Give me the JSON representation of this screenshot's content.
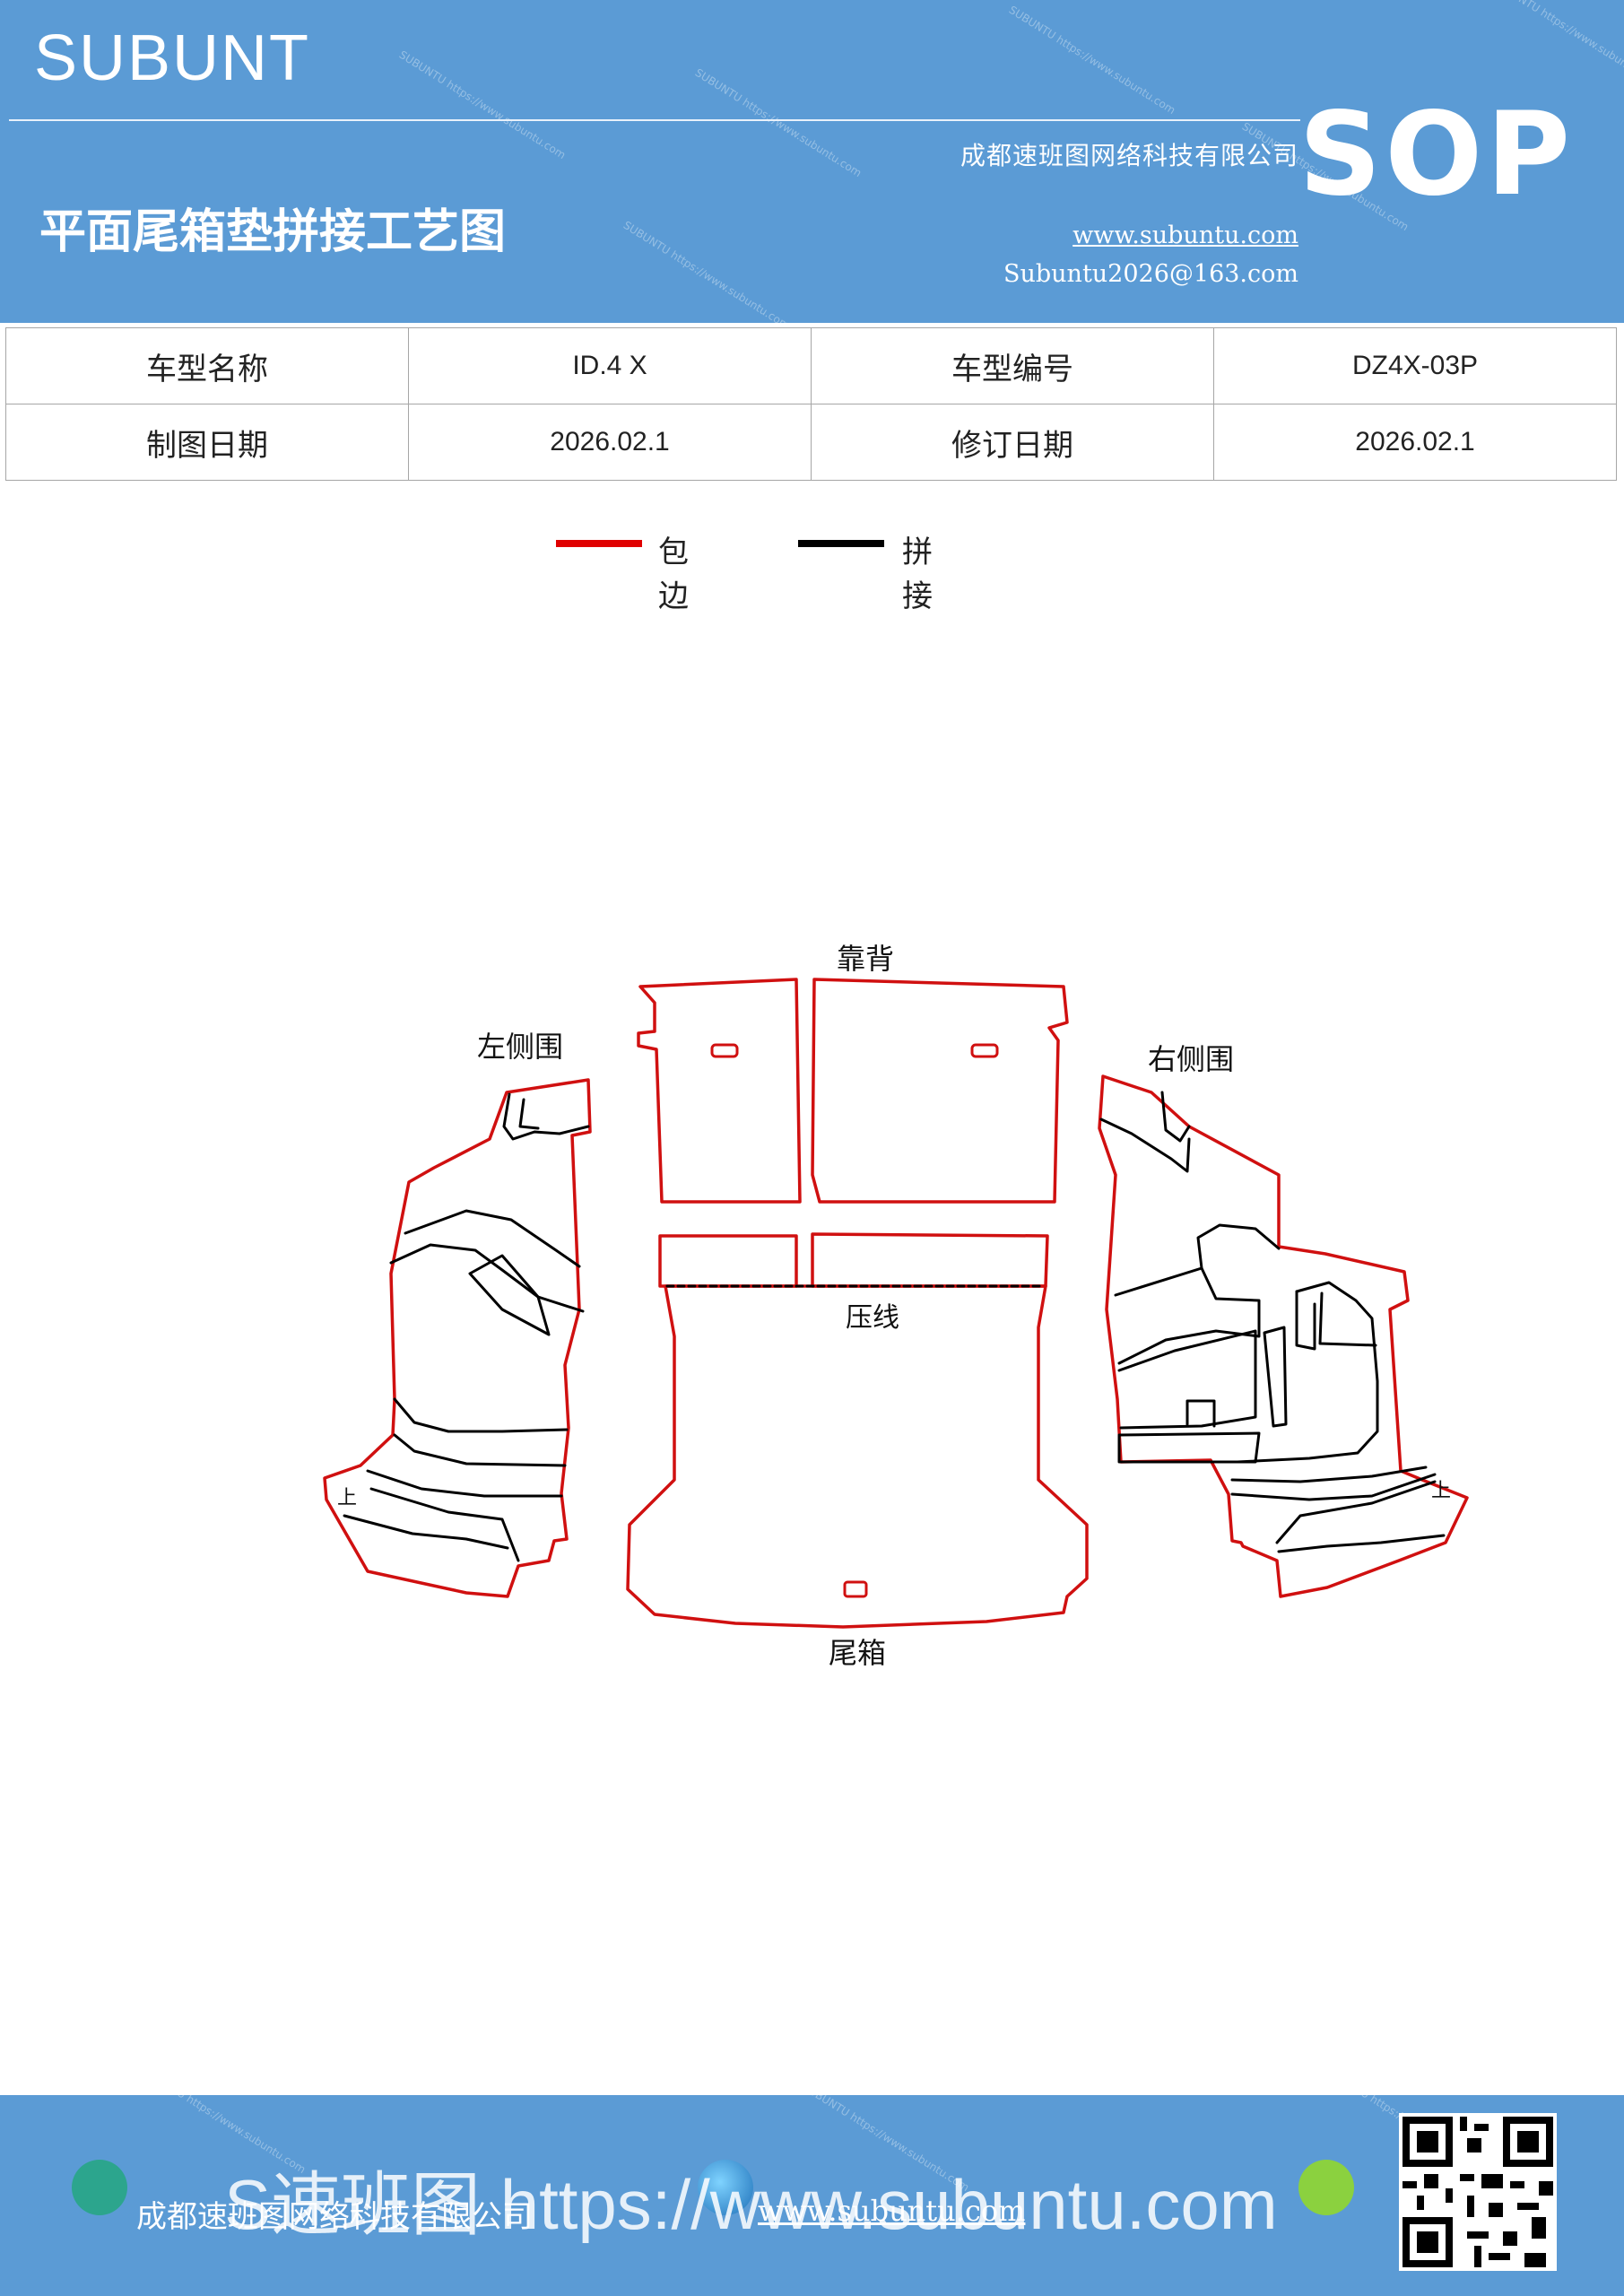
{
  "header": {
    "brand": "SUBUNT",
    "badge": "SOP",
    "title": "平面尾箱垫拼接工艺图",
    "company": "成都速班图网络科技有限公司",
    "website": "www.subuntu.com",
    "email": "Subuntu2026@163.com",
    "watermark": "SUBUNTU https://www.subuntu.com"
  },
  "info_table": {
    "row1": {
      "label1": "车型名称",
      "value1": "ID.4  X",
      "label2": "车型编号",
      "value2": "DZ4X-03P"
    },
    "row2": {
      "label1": "制图日期",
      "value1": "2026.02.1",
      "label2": "修订日期",
      "value2": "2026.02.1"
    }
  },
  "legend": {
    "items": [
      {
        "label": "包边",
        "color": "#e00000"
      },
      {
        "label": "拼接",
        "color": "#000000"
      }
    ]
  },
  "diagram": {
    "labels": {
      "backrest": "靠背",
      "left_side": "左侧围",
      "right_side": "右侧围",
      "crease": "压线",
      "trunk": "尾箱",
      "left_up": "上",
      "right_up": "上"
    },
    "colors": {
      "edge": "#d01010",
      "seam": "#000000"
    }
  },
  "footer": {
    "company": "成都速班图网络科技有限公司",
    "website": "www.subuntu.com",
    "overlay": "S速班图 https://www.subuntu.com"
  }
}
